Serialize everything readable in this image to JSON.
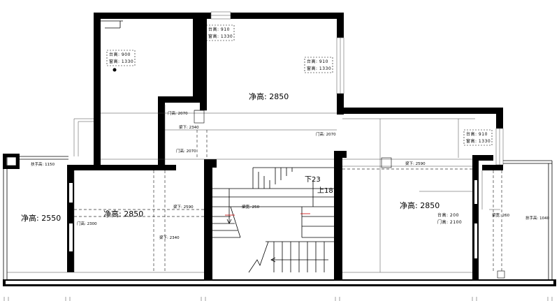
{
  "rooms": {
    "left_room": "净高: 2550",
    "center_left_room": "净高: 2850",
    "center_top_room": "净高: 2850",
    "right_room": "净高: 2850"
  },
  "tags": {
    "tag_a_line1": "台高: 900",
    "tag_a_line2": "窗高: 1330",
    "tag_b_line1": "台高: 910",
    "tag_b_line2": "窗高: 1330",
    "tag_c_line1": "台高: 910",
    "tag_c_line2": "窗高: 1330",
    "tag_d_line1": "台高: 910",
    "tag_d_line2": "窗高: 1330"
  },
  "annotations": {
    "door_2070_a": "门高: 2070",
    "beam_2340_a": "梁下: 2340",
    "door_2070_b": "门高: 2070",
    "door_2070_c": "门高: 2070",
    "railing_1150": "扶手高: 1150",
    "railing_1040": "扶手高: 1040",
    "beam_2590_a": "梁下: 2590",
    "door_2300": "门高: 2300",
    "beam_2340_b": "梁下: 2340",
    "beam_width_250": "梁宽: 250",
    "beam_2590_b": "梁下: 2590",
    "sill_200": "台高: 200",
    "door_2100": "门高: 2100",
    "beam_width_260": "梁宽: 260",
    "down_23": "下23",
    "up_18": "上18"
  }
}
